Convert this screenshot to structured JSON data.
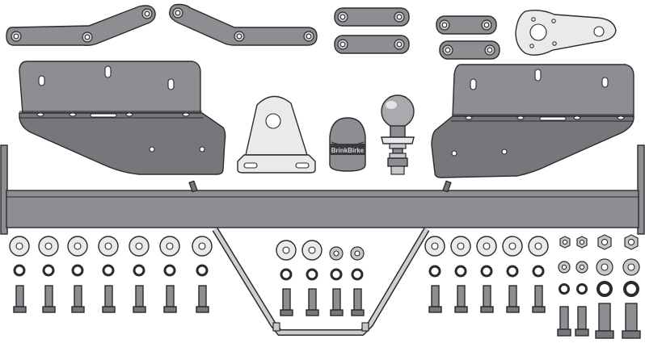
{
  "image": {
    "cap_label": "BrinkBirke",
    "colors": {
      "steel": "#8e8e92",
      "steel_dark": "#76767b",
      "chrome": "#eaeaec",
      "outline": "#2b2b2e",
      "background": "#ffffff"
    },
    "parts": [
      "long-curved-strap",
      "straight-strap",
      "short-strap",
      "electrical-socket-plate",
      "side-bracket",
      "tow-ball-mounting-block",
      "tow-ball-cap",
      "tow-ball",
      "cross-beam",
      "u-frame-support",
      "flat-washer",
      "spring-washer",
      "hex-bolt",
      "hex-nut"
    ]
  }
}
